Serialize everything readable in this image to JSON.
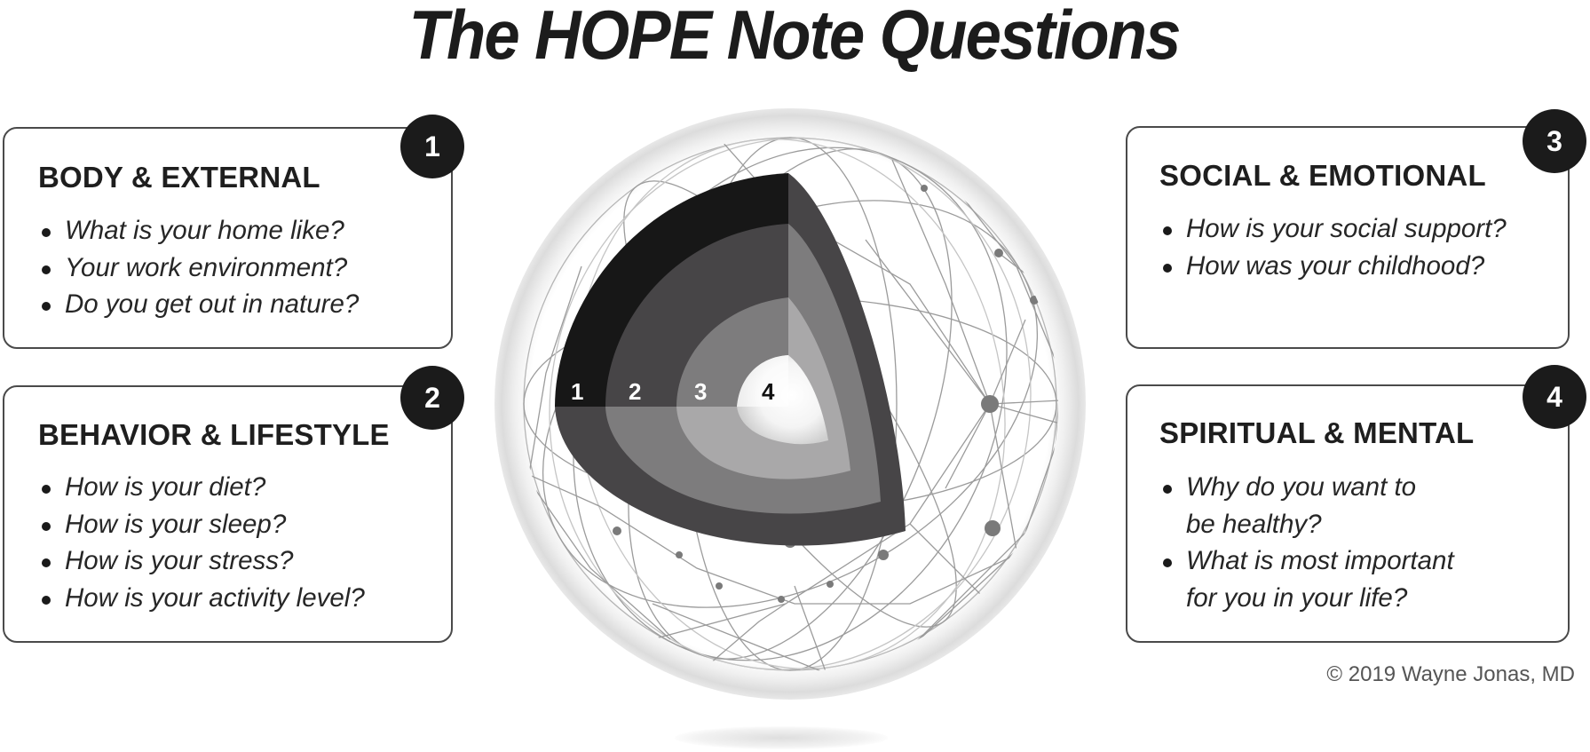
{
  "title": "The HOPE Note Questions",
  "cards": [
    {
      "number": "1",
      "heading": "BODY & EXTERNAL",
      "questions": [
        "What is your home like?",
        "Your work environment?",
        "Do you get out in nature?"
      ]
    },
    {
      "number": "2",
      "heading": "BEHAVIOR & LIFESTYLE",
      "questions": [
        "How is your diet?",
        "How is your sleep?",
        "How is your stress?",
        "How is your activity level?"
      ]
    },
    {
      "number": "3",
      "heading": "SOCIAL & EMOTIONAL",
      "questions": [
        "How is your social support?",
        "How was your childhood?"
      ]
    },
    {
      "number": "4",
      "heading": "SPIRITUAL & MENTAL",
      "questions": [
        "Why do you want to",
        "be healthy?",
        "What is most important",
        "for you in your life?"
      ],
      "question_items": [
        "Why do you want to be healthy?",
        "What is most important for you in your life?"
      ]
    }
  ],
  "sphere": {
    "layer_labels": [
      "1",
      "2",
      "3",
      "4"
    ],
    "layer_colors": [
      "#171717",
      "#474547",
      "#7d7c7d",
      "#a9a8a9"
    ],
    "core_color": "#ffffff"
  },
  "copyright": "© 2019 Wayne Jonas, MD"
}
